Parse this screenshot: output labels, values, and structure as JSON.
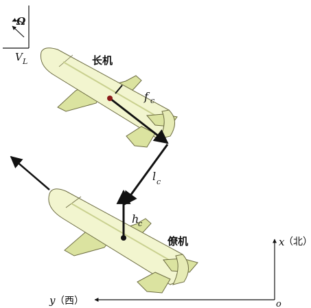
{
  "labels": {
    "leader": "长机",
    "wingman": "僚机",
    "omega": "Ω",
    "v_symbol": "V",
    "v_sub": "L",
    "f_symbol": "f",
    "f_sub": "c",
    "l_symbol": "l",
    "l_sub": "c",
    "h_symbol": "h",
    "h_sub": "c",
    "x_axis": "x",
    "x_dir": "（北）",
    "y_axis": "y",
    "y_dir": "（西）",
    "origin": "o"
  },
  "colors": {
    "body_fill": "#f2f5cf",
    "fin_fill": "#dbe3a0",
    "outline": "#6b6b40",
    "vector": "#111111"
  }
}
